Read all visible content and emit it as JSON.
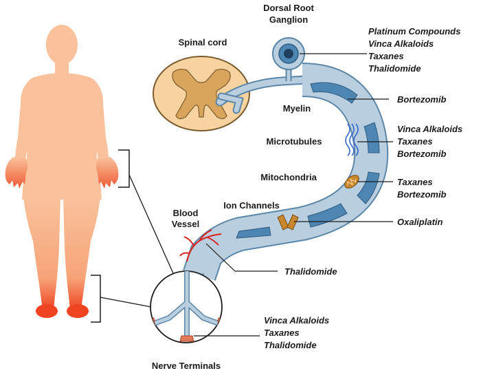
{
  "labels": {
    "dorsal_root_line1": "Dorsal Root",
    "dorsal_root_line2": "Ganglion",
    "spinal_cord": "Spinal cord",
    "myelin": "Myelin",
    "microtubules": "Microtubules",
    "mitochondria": "Mitochondria",
    "ion_channels": "Ion Channels",
    "blood_vessel_line1": "Blood",
    "blood_vessel_line2": "Vessel",
    "nerve_terminals": "Nerve Terminals"
  },
  "drugs": {
    "ganglion": [
      "Platinum Compounds",
      "Vinca Alkaloids",
      "Taxanes",
      "Thalidomide"
    ],
    "myelin": [
      "Bortezomib"
    ],
    "microtubules": [
      "Vinca Alkaloids",
      "Taxanes",
      "Bortezomib"
    ],
    "mitochondria": [
      "Taxanes",
      "Bortezomib"
    ],
    "ion_channels": [
      "Oxaliplatin"
    ],
    "blood_vessel": [
      "Thalidomide"
    ],
    "nerve_terminals": [
      "Vinca Alkaloids",
      "Taxanes",
      "Thalidomide"
    ]
  },
  "colors": {
    "skin": "#f9c29c",
    "skin_red": "#ee4422",
    "cord_fill": "#f7d3a0",
    "cord_grey": "#d9a45c",
    "nerve": "#b9cfe0",
    "nerve_edge": "#5b86a8",
    "myelin": "#4e86b3",
    "microtubule": "#3366cc",
    "mitochondria": "#c8862d",
    "channel": "#b07a2e",
    "vessel": "#d8231e"
  }
}
